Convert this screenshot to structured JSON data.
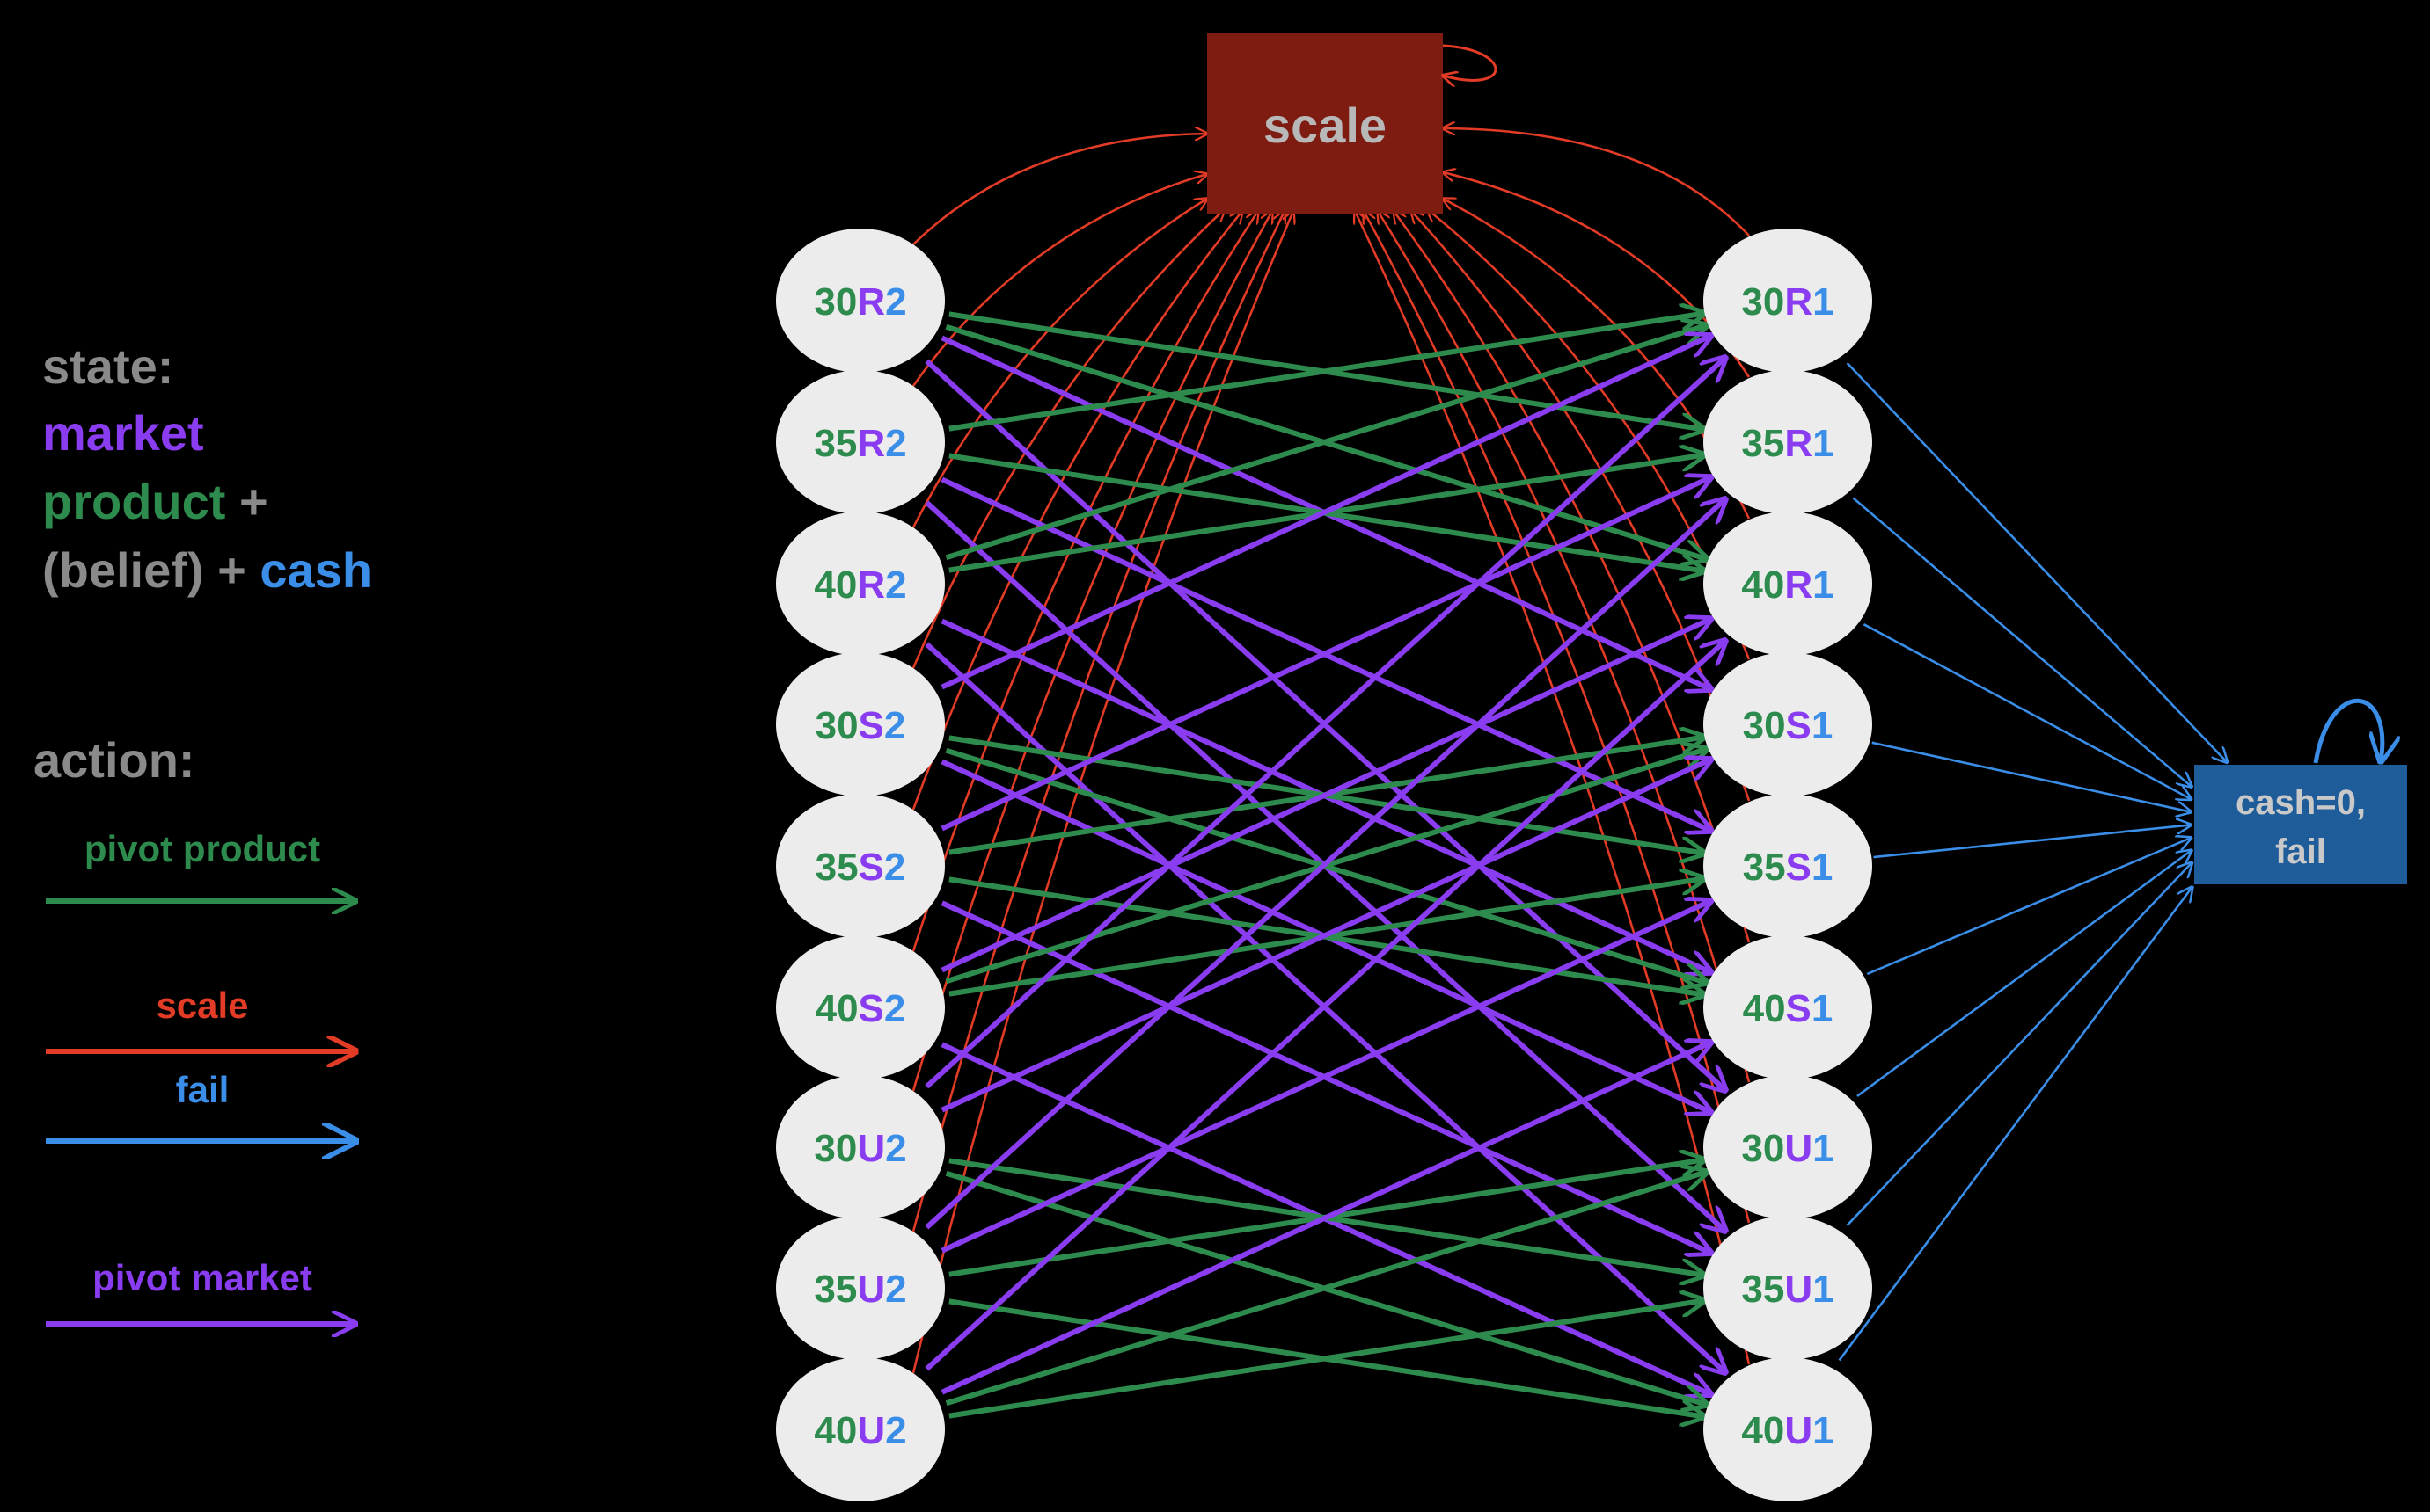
{
  "colors": {
    "background": "#000000",
    "node_fill": "#ececec",
    "product": "#2e8b4e",
    "market": "#8a3cf0",
    "cash": "#3a8ee8",
    "scale_arrow": "#e23b26",
    "pivot_product_arrow": "#2e8b4e",
    "pivot_market_arrow": "#8a3cf0",
    "fail_arrow": "#3a8ee8",
    "belief_text": "#8a8a8a",
    "scale_box": "#7e1c12",
    "scale_box_text": "#b8b8b8",
    "fail_box": "#1f5c9a",
    "fail_box_text": "#c9c9c9"
  },
  "legend": {
    "state_title": "state:",
    "state_market": "market",
    "state_product": "product",
    "state_plus_1": " +",
    "state_belief": "(belief)",
    "state_plus_2": " + ",
    "state_cash": "cash",
    "action_title": "action:",
    "pivot_product_label": "pivot product",
    "scale_label": "scale",
    "fail_label": "fail",
    "pivot_market_label": "pivot market"
  },
  "scale_box_label": "scale",
  "fail_box_label_line1": "cash=0,",
  "fail_box_label_line2": "fail",
  "left_nodes": [
    {
      "product": "30",
      "market": "R",
      "cash": "2"
    },
    {
      "product": "35",
      "market": "R",
      "cash": "2"
    },
    {
      "product": "40",
      "market": "R",
      "cash": "2"
    },
    {
      "product": "30",
      "market": "S",
      "cash": "2"
    },
    {
      "product": "35",
      "market": "S",
      "cash": "2"
    },
    {
      "product": "40",
      "market": "S",
      "cash": "2"
    },
    {
      "product": "30",
      "market": "U",
      "cash": "2"
    },
    {
      "product": "35",
      "market": "U",
      "cash": "2"
    },
    {
      "product": "40",
      "market": "U",
      "cash": "2"
    }
  ],
  "right_nodes": [
    {
      "product": "30",
      "market": "R",
      "cash": "1"
    },
    {
      "product": "35",
      "market": "R",
      "cash": "1"
    },
    {
      "product": "40",
      "market": "R",
      "cash": "1"
    },
    {
      "product": "30",
      "market": "S",
      "cash": "1"
    },
    {
      "product": "35",
      "market": "S",
      "cash": "1"
    },
    {
      "product": "40",
      "market": "S",
      "cash": "1"
    },
    {
      "product": "30",
      "market": "U",
      "cash": "1"
    },
    {
      "product": "35",
      "market": "U",
      "cash": "1"
    },
    {
      "product": "40",
      "market": "U",
      "cash": "1"
    }
  ]
}
